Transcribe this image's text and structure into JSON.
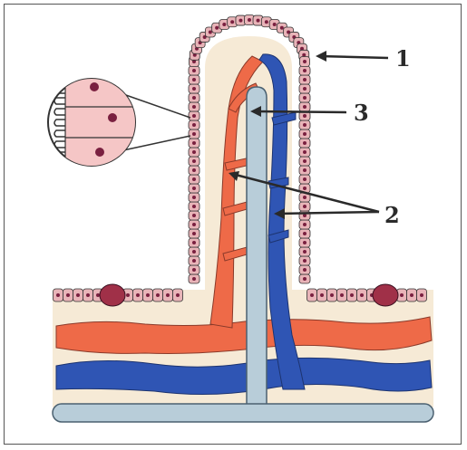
{
  "diagram": {
    "labels": {
      "epithelium": "1",
      "blood_vessels": "2",
      "lacteal": "3"
    },
    "colors": {
      "epithelium": "#e8b4b8",
      "nucleus": "#7a2040",
      "stroma": "#f6ead6",
      "artery": "#ee6a48",
      "vein": "#2f55b4",
      "lacteal": "#b8cdd9",
      "outline": "#333333"
    }
  }
}
